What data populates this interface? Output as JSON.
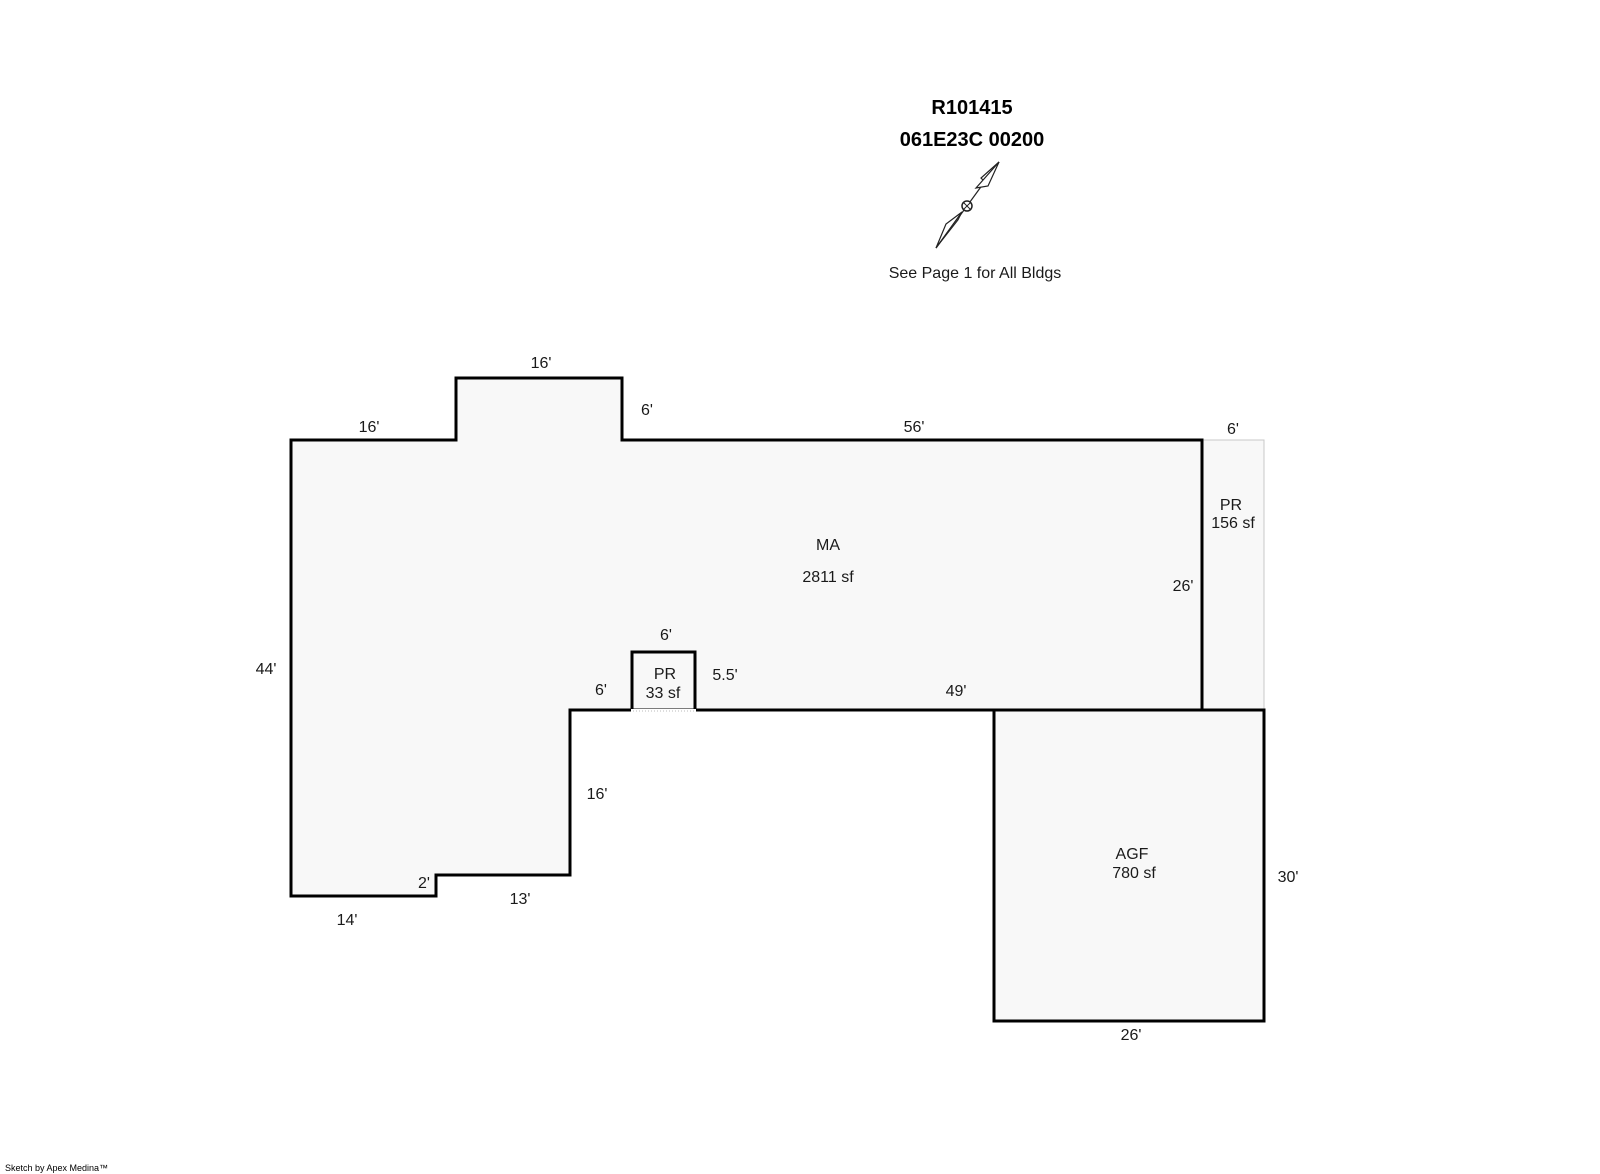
{
  "header": {
    "parcel_id": "R101415",
    "map_tax_lot": "061E23C 00200",
    "note": "See Page 1 for All Bldgs"
  },
  "areas": {
    "main": {
      "code": "MA",
      "area": "2811 sf"
    },
    "porch_east": {
      "code": "PR",
      "area": "156 sf"
    },
    "porch_small": {
      "code": "PR",
      "area": "33 sf"
    },
    "garage": {
      "code": "AGF",
      "area": "780 sf"
    }
  },
  "dimensions": {
    "top_bump_width": "16'",
    "top_left": "16'",
    "bump_right_height": "6'",
    "top_right": "56'",
    "porch_east_width": "6'",
    "east_side": "26'",
    "west_side": "44'",
    "porch_small_width": "6'",
    "porch_small_height": "5.5'",
    "notch_left": "6'",
    "middle_run": "49'",
    "inner_vertical": "16'",
    "step_height": "2'",
    "bottom_inner": "13'",
    "bottom_left": "14'",
    "garage_height": "30'",
    "garage_width": "26'"
  },
  "credit": "Sketch by Apex Medina™"
}
